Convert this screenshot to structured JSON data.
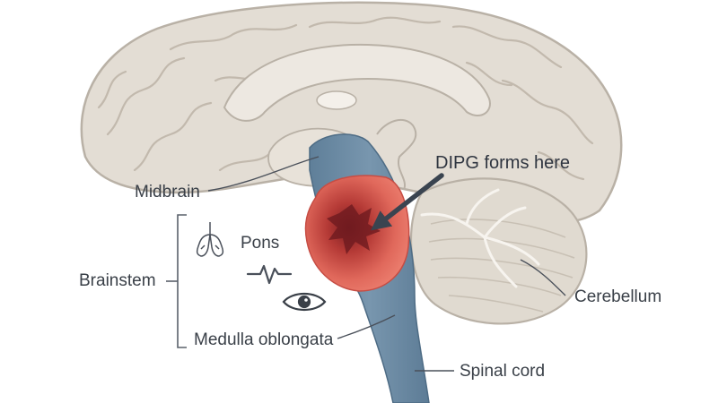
{
  "diagram": {
    "labels": {
      "callout": "DIPG forms here",
      "midbrain": "Midbrain",
      "pons": "Pons",
      "brainstem": "Brainstem",
      "medulla": "Medulla oblongata",
      "spinal_cord": "Spinal cord",
      "cerebellum": "Cerebellum"
    },
    "icons": [
      "lungs-icon",
      "heartbeat-icon",
      "eye-icon"
    ],
    "colors": {
      "brain": "#e3ddd4",
      "brain_outline": "#b9b1a6",
      "brainstem": "#6b8aa3",
      "tumor": "#e0685b",
      "tumor_core": "#8c2626",
      "arrow": "#3a4450",
      "text": "#3a4048"
    }
  }
}
